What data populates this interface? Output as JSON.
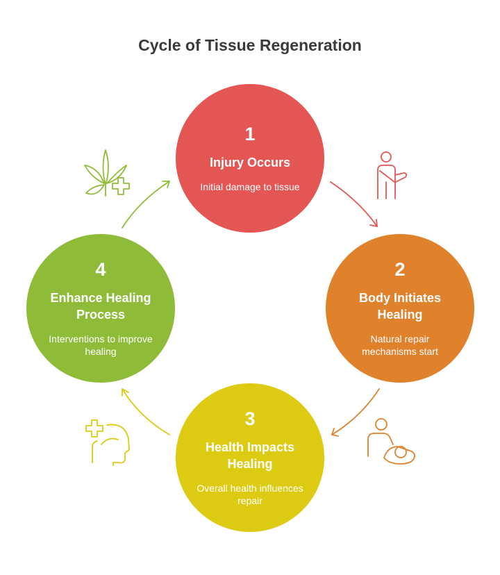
{
  "title": "Cycle of Tissue Regeneration",
  "steps": [
    {
      "number": "1",
      "heading": "Injury Occurs",
      "description": "Initial damage to tissue",
      "color": "#e45654",
      "icon": "injured-person-icon"
    },
    {
      "number": "2",
      "heading": "Body Initiates Healing",
      "description": "Natural repair mechanisms start",
      "color": "#e0812c",
      "icon": "caregiver-icon"
    },
    {
      "number": "3",
      "heading": "Health Impacts Healing",
      "description": "Overall health influences repair",
      "color": "#dcca13",
      "icon": "health-mind-icon"
    },
    {
      "number": "4",
      "heading": "Enhance Healing Process",
      "description": "Interventions to improve healing",
      "color": "#8fbc38",
      "icon": "herbal-medicine-icon"
    }
  ]
}
